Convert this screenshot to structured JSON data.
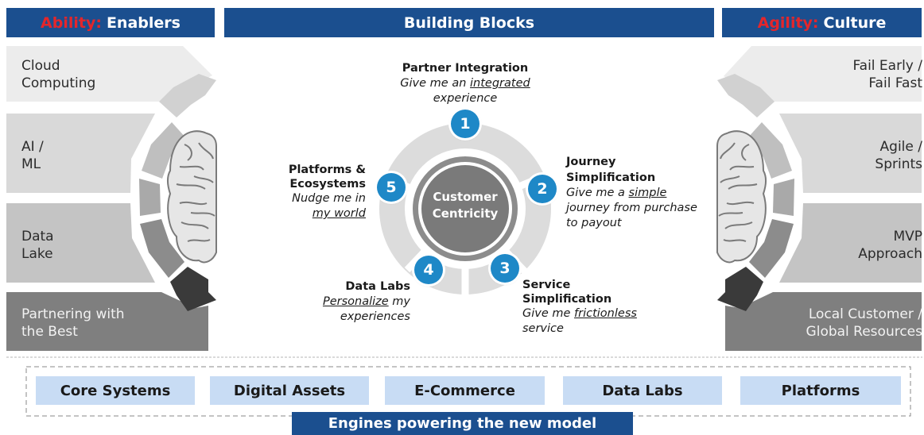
{
  "left_panel": {
    "header_accent": "Ability:",
    "header_title": "Enablers",
    "items": [
      {
        "label": "Cloud\nComputing"
      },
      {
        "label": "AI /\nML"
      },
      {
        "label": "Data\nLake"
      },
      {
        "label": "Partnering with\nthe Best"
      }
    ]
  },
  "center_panel": {
    "header_title": "Building Blocks",
    "hub_label": "Customer\nCentricity",
    "blocks": [
      {
        "number": "1",
        "title": "Partner Integration",
        "desc_pre": "Give me an ",
        "desc_u": "integrated",
        "desc_post": " experience"
      },
      {
        "number": "2",
        "title": "Journey Simplification",
        "desc_pre": "Give me a ",
        "desc_u": "simple",
        "desc_post": " journey from purchase to payout"
      },
      {
        "number": "3",
        "title": "Service Simplification",
        "desc_pre": "Give me ",
        "desc_u": "frictionless",
        "desc_post": " service"
      },
      {
        "number": "4",
        "title": "Data Labs",
        "desc_pre": "",
        "desc_u": "Personalize",
        "desc_post": " my experiences"
      },
      {
        "number": "5",
        "title": "Platforms & Ecosystems",
        "desc_pre": "Nudge me in ",
        "desc_u": "my world",
        "desc_post": ""
      }
    ]
  },
  "right_panel": {
    "header_accent": "Agility:",
    "header_title": "Culture",
    "items": [
      {
        "label": "Fail Early /\nFail Fast"
      },
      {
        "label": "Agile /\nSprints"
      },
      {
        "label": "MVP\nApproach"
      },
      {
        "label": "Local Customer /\nGlobal Resources"
      }
    ]
  },
  "engines": {
    "items": [
      "Core Systems",
      "Digital Assets",
      "E-Commerce",
      "Data Labs",
      "Platforms"
    ],
    "title": "Engines powering the new model"
  },
  "colors": {
    "header_blue": "#1b4f8f",
    "accent_red": "#e4262b",
    "number_blue": "#1e88c7",
    "engine_fill": "#c8dcf4"
  }
}
